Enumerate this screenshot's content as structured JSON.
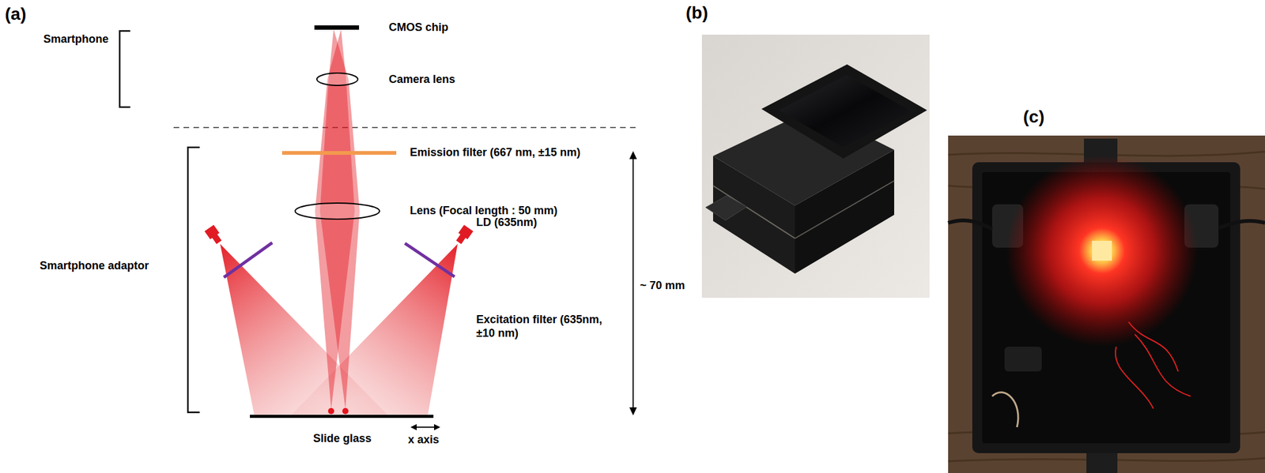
{
  "diagram": {
    "labels": [
      "(a)",
      "Smartphone",
      "CMOS chip",
      "Camera lens",
      "Emission filter (667 nm, ±15 nm)",
      "~ 70 mm",
      "Lens (Focal length : 50 mm)",
      "Smartphone adaptor",
      "LD (635nm)",
      "Excitation filter (635nm, ±10 nm)",
      "Slide glass",
      "x axis",
      "(b)",
      "(c)"
    ]
  }
}
